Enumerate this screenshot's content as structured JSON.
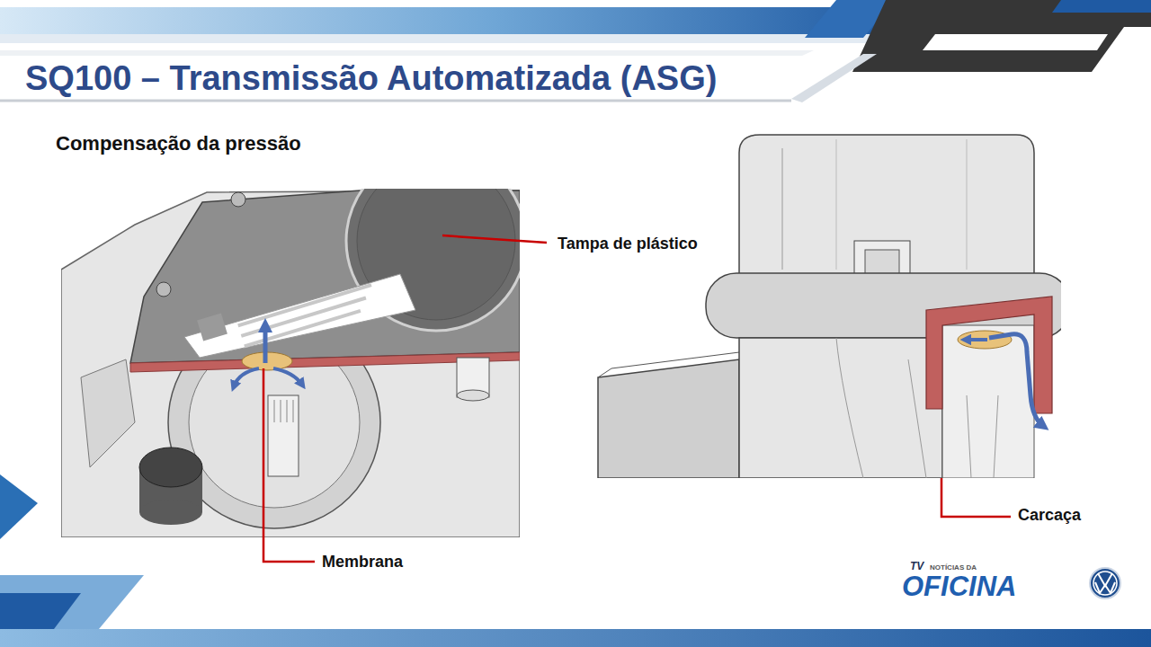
{
  "diagram": {
    "title": "SQ100 – Transmissão Automatizada (ASG)",
    "labels": [
      "Compensação da pressão",
      "Tampa de plástico",
      "Membrana",
      "Carcaça",
      "TV",
      "NOTÍCIAS DA",
      "OFICINA"
    ]
  }
}
